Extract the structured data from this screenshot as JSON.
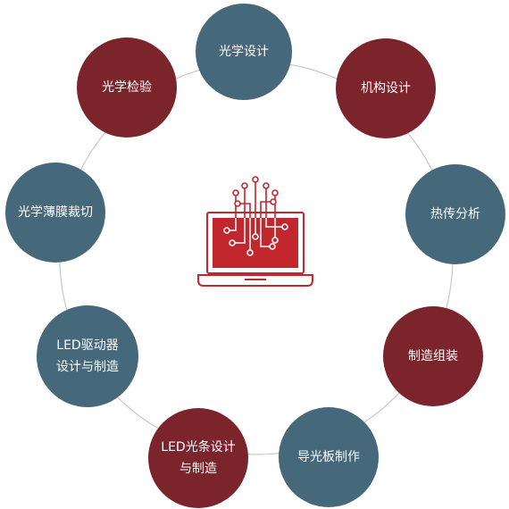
{
  "colors": {
    "teal": "#46687b",
    "red": "#7b242c",
    "ring": "#c8c8c8",
    "icon": "#c1272d"
  },
  "center_icon": "laptop-circuit-icon",
  "nodes": [
    {
      "id": "optical-design",
      "lines": [
        "光学设计"
      ],
      "color": "teal"
    },
    {
      "id": "mechanical-design",
      "lines": [
        "机构设计"
      ],
      "color": "red"
    },
    {
      "id": "thermal-analysis",
      "lines": [
        "热传分析"
      ],
      "color": "teal"
    },
    {
      "id": "manufacturing-assembly",
      "lines": [
        "制造组装"
      ],
      "color": "red"
    },
    {
      "id": "light-guide-making",
      "lines": [
        "导光板制作"
      ],
      "color": "teal"
    },
    {
      "id": "led-strip",
      "lines": [
        "LED光条设计",
        "与制造"
      ],
      "color": "red"
    },
    {
      "id": "led-driver",
      "lines": [
        "LED驱动器",
        "设计与制造"
      ],
      "color": "teal"
    },
    {
      "id": "film-cutting",
      "lines": [
        "光学薄膜裁切"
      ],
      "color": "teal"
    },
    {
      "id": "optical-inspection",
      "lines": [
        "光学检验"
      ],
      "color": "red"
    }
  ]
}
